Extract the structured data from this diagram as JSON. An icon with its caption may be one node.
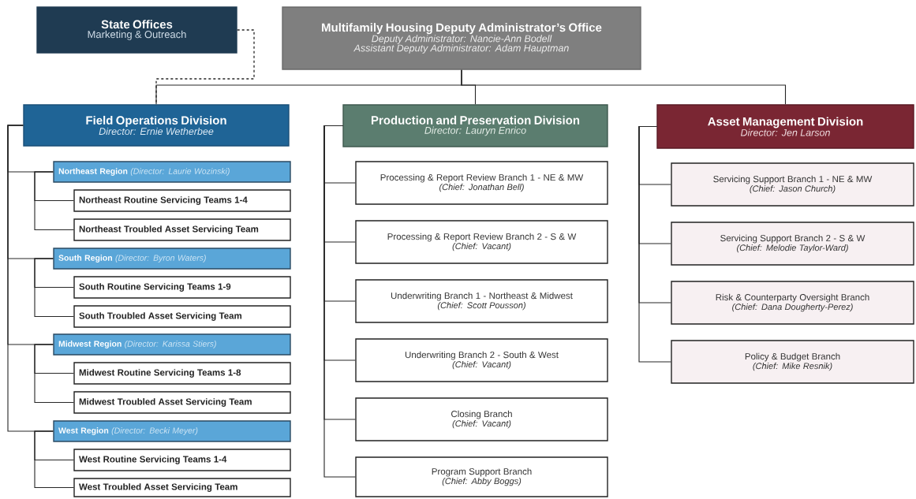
{
  "diagram": {
    "nodes": [
      {
        "text": [
          "State Offices",
          "Marketing & Outreach"
        ]
      },
      {
        "text": [
          "Multifamily Housing Deputy Administrator’s Office",
          "Deputy Administrator: Nancie-Ann Bodell",
          "Assistant Deputy Administrator: Adam Hauptman"
        ]
      },
      {
        "text": [
          "Field Operations Division",
          "Director: Ernie Wetherbee"
        ]
      },
      {
        "text": [
          "Northeast Region",
          "(Director: Laurie Wozinski)"
        ]
      },
      {
        "text": [
          "Northeast Routine Servicing Teams 1-4"
        ]
      },
      {
        "text": [
          "Northeast Troubled Asset Servicing Team"
        ]
      },
      {
        "text": [
          "South Region",
          "(Director: Byron Waters)"
        ]
      },
      {
        "text": [
          "South Routine Servicing Teams 1-9"
        ]
      },
      {
        "text": [
          "South Troubled Asset Servicing Team"
        ]
      },
      {
        "text": [
          "Midwest Region",
          "(Director: Karissa Stiers)"
        ]
      },
      {
        "text": [
          "Midwest Routine Servicing Teams 1-8"
        ]
      },
      {
        "text": [
          "Midwest Troubled Asset Servicing Team"
        ]
      },
      {
        "text": [
          "West Region",
          "(Director: Becki Meyer)"
        ]
      },
      {
        "text": [
          "West Routine Servicing Teams 1-4"
        ]
      },
      {
        "text": [
          "West Troubled Asset Servicing Team"
        ]
      },
      {
        "text": [
          "Production and Preservation Division",
          "Director: Lauryn Enrico"
        ]
      },
      {
        "text": [
          "Processing & Report Review Branch 1 - NE & MW",
          "(Chief: Jonathan Bell)"
        ]
      },
      {
        "text": [
          "Processing & Report Review Branch 2 - S & W",
          "(Chief: Vacant)"
        ]
      },
      {
        "text": [
          "Underwriting Branch 1 - Northeast & Midwest",
          "(Chief: Scott Pousson)"
        ]
      },
      {
        "text": [
          "Underwriting Branch 2 - South & West",
          "(Chief: Vacant)"
        ]
      },
      {
        "text": [
          "Closing Branch",
          "(Chief: Vacant)"
        ]
      },
      {
        "text": [
          "Program Support Branch",
          "(Chief: Abby Boggs)"
        ]
      },
      {
        "text": [
          "Asset Management Division",
          "Director: Jen Larson"
        ]
      },
      {
        "text": [
          "Servicing Support Branch 1 - NE & MW",
          "(Chief: Jason Church)"
        ]
      },
      {
        "text": [
          "Servicing Support Branch 2 - S & W",
          "(Chief: Melodie Taylor-Ward)"
        ]
      },
      {
        "text": [
          "Risk & Counterparty Oversight Branch",
          "(Chief: Dana Dougherty-Perez)"
        ]
      },
      {
        "text": [
          "Policy & Budget Branch",
          "(Chief: Mike Resnik)"
        ]
      }
    ],
    "edges": [
      {
        "from": 0,
        "to": 2,
        "arrow": "none",
        "style": "dashed"
      },
      {
        "from": 1,
        "to": 2,
        "arrow": "none"
      },
      {
        "from": 1,
        "to": 15,
        "arrow": "none"
      },
      {
        "from": 1,
        "to": 22,
        "arrow": "none"
      },
      {
        "from": 2,
        "to": 3,
        "arrow": "none"
      },
      {
        "from": 2,
        "to": 6,
        "arrow": "none"
      },
      {
        "from": 2,
        "to": 9,
        "arrow": "none"
      },
      {
        "from": 2,
        "to": 12,
        "arrow": "none"
      },
      {
        "from": 3,
        "to": 4,
        "arrow": "none"
      },
      {
        "from": 3,
        "to": 5,
        "arrow": "none"
      },
      {
        "from": 6,
        "to": 7,
        "arrow": "none"
      },
      {
        "from": 6,
        "to": 8,
        "arrow": "none"
      },
      {
        "from": 9,
        "to": 10,
        "arrow": "none"
      },
      {
        "from": 9,
        "to": 11,
        "arrow": "none"
      },
      {
        "from": 12,
        "to": 13,
        "arrow": "none"
      },
      {
        "from": 12,
        "to": 14,
        "arrow": "none"
      },
      {
        "from": 15,
        "to": 16,
        "arrow": "none"
      },
      {
        "from": 15,
        "to": 17,
        "arrow": "none"
      },
      {
        "from": 15,
        "to": 18,
        "arrow": "none"
      },
      {
        "from": 15,
        "to": 19,
        "arrow": "none"
      },
      {
        "from": 15,
        "to": 20,
        "arrow": "none"
      },
      {
        "from": 15,
        "to": 21,
        "arrow": "none"
      },
      {
        "from": 22,
        "to": 23,
        "arrow": "none"
      },
      {
        "from": 22,
        "to": 24,
        "arrow": "none"
      },
      {
        "from": 22,
        "to": 25,
        "arrow": "none"
      },
      {
        "from": 22,
        "to": 26,
        "arrow": "none"
      }
    ]
  }
}
